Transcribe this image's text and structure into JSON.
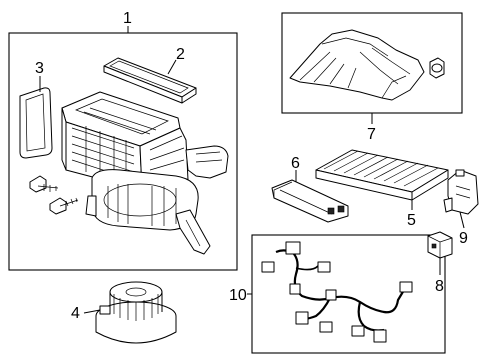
{
  "callouts": {
    "c1": "1",
    "c2": "2",
    "c3": "3",
    "c4": "4",
    "c5": "5",
    "c6": "6",
    "c7": "7",
    "c8": "8",
    "c9": "9",
    "c10": "10"
  },
  "icons": [
    "blower-unit-assembly-icon",
    "filter-cover-icon",
    "seal-gasket-icon",
    "blower-motor-icon",
    "cabin-air-filter-icon",
    "filter-door-icon",
    "air-duct-icon",
    "relay-icon",
    "actuator-icon",
    "wire-harness-icon"
  ]
}
